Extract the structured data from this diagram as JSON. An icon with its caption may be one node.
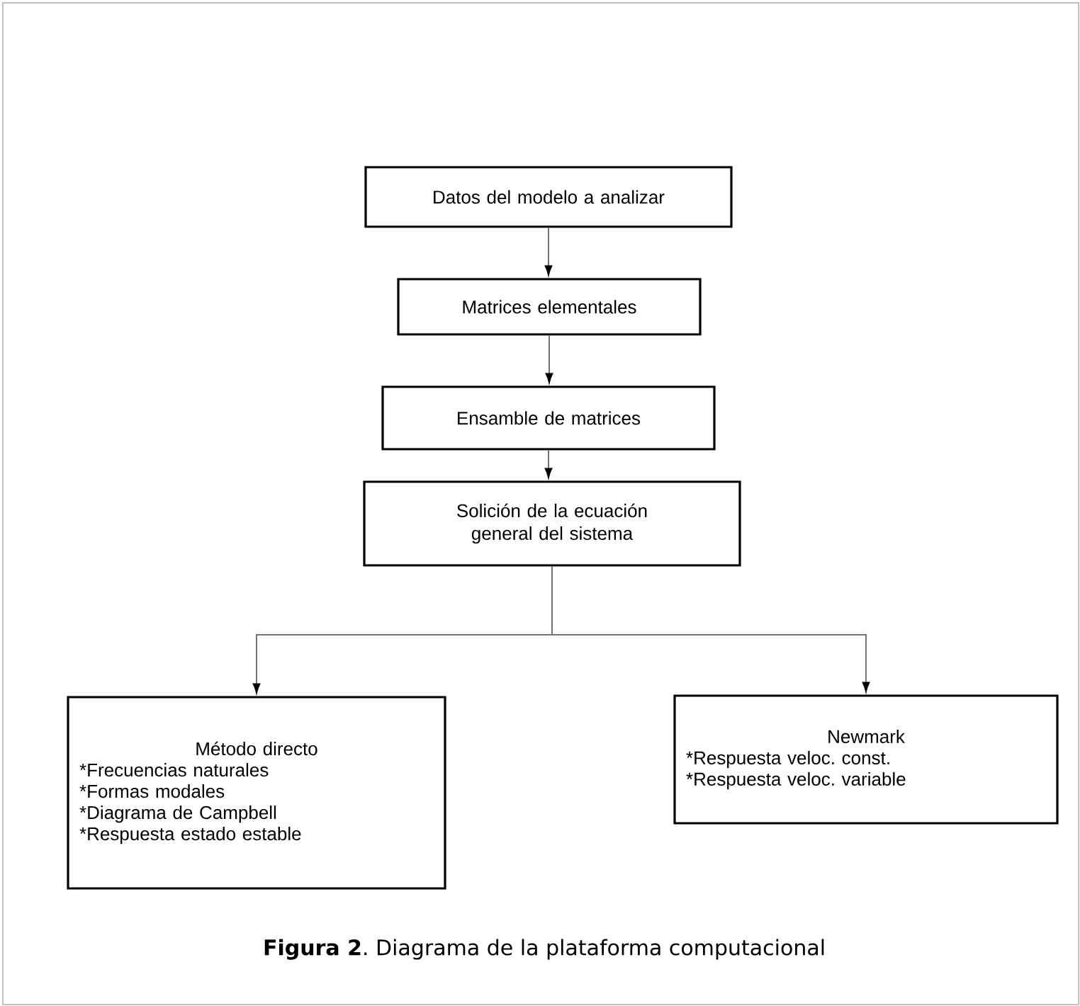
{
  "diagram": {
    "caption": "**Figura 2**. Diagrama de la plataforma computacional",
    "nodes": [
      {
        "text": [
          "Datos del modelo a analizar"
        ]
      },
      {
        "text": [
          "Matrices elementales"
        ]
      },
      {
        "text": [
          "Ensamble de matrices"
        ]
      },
      {
        "text": [
          "Solición de la ecuación general del sistema"
        ]
      },
      {
        "text": [
          "Método directo",
          "*Frecuencias naturales",
          "*Formas modales",
          "*Diagrama de Campbell",
          "*Respuesta estado estable"
        ]
      },
      {
        "text": [
          "Newmark",
          "*Respuesta veloc. const.",
          "*Respuesta veloc. variable"
        ]
      }
    ],
    "edges": [
      {
        "from": 0,
        "to": 1,
        "arrow": "to"
      },
      {
        "from": 1,
        "to": 2,
        "arrow": "to"
      },
      {
        "from": 2,
        "to": 3,
        "arrow": "to"
      },
      {
        "from": 3,
        "to": 4,
        "arrow": "to"
      },
      {
        "from": 3,
        "to": 5,
        "arrow": "to"
      }
    ]
  }
}
